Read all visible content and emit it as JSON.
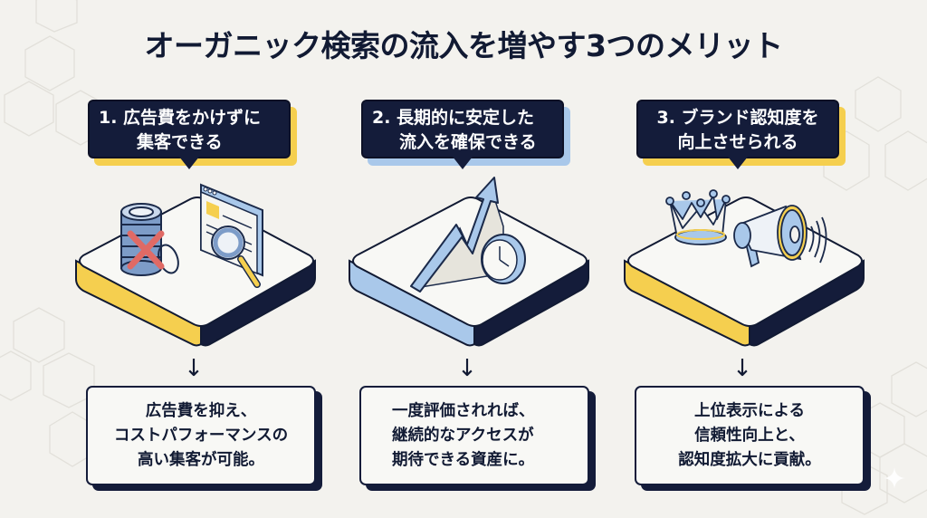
{
  "title": "オーガニック検索の流入を増やす3つのメリット",
  "colors": {
    "background": "#f3f2ee",
    "navy": "#141c3a",
    "yellow": "#f5cf4f",
    "light_blue": "#a9c8ea",
    "red_x": "#e06a65"
  },
  "merits": [
    {
      "number": "1.",
      "heading_line1": "1. 広告費をかけずに",
      "heading_line2": "集客できる",
      "accent": "yellow",
      "icons": [
        "coin-stack-icon",
        "cross-icon",
        "browser-window-icon",
        "magnifier-icon"
      ],
      "arrow": "↓",
      "desc_line1": "広告費を抑え、",
      "desc_line2": "コストパフォーマンスの",
      "desc_line3": "高い集客が可能。"
    },
    {
      "number": "2.",
      "heading_line1": "2. 長期的に安定した",
      "heading_line2": "流入を確保できる",
      "accent": "light_blue",
      "icons": [
        "trend-up-arrow-icon",
        "clock-icon"
      ],
      "arrow": "↓",
      "desc_line1": "一度評価されれば、",
      "desc_line2": "継続的なアクセスが",
      "desc_line3": "期待できる資産に。"
    },
    {
      "number": "3.",
      "heading_line1": "3. ブランド認知度を",
      "heading_line2": "向上させられる",
      "accent": "yellow",
      "icons": [
        "crown-icon",
        "megaphone-icon"
      ],
      "arrow": "↓",
      "desc_line1": "上位表示による",
      "desc_line2": "信頼性向上と、",
      "desc_line3": "認知度拡大に貢献。"
    }
  ]
}
